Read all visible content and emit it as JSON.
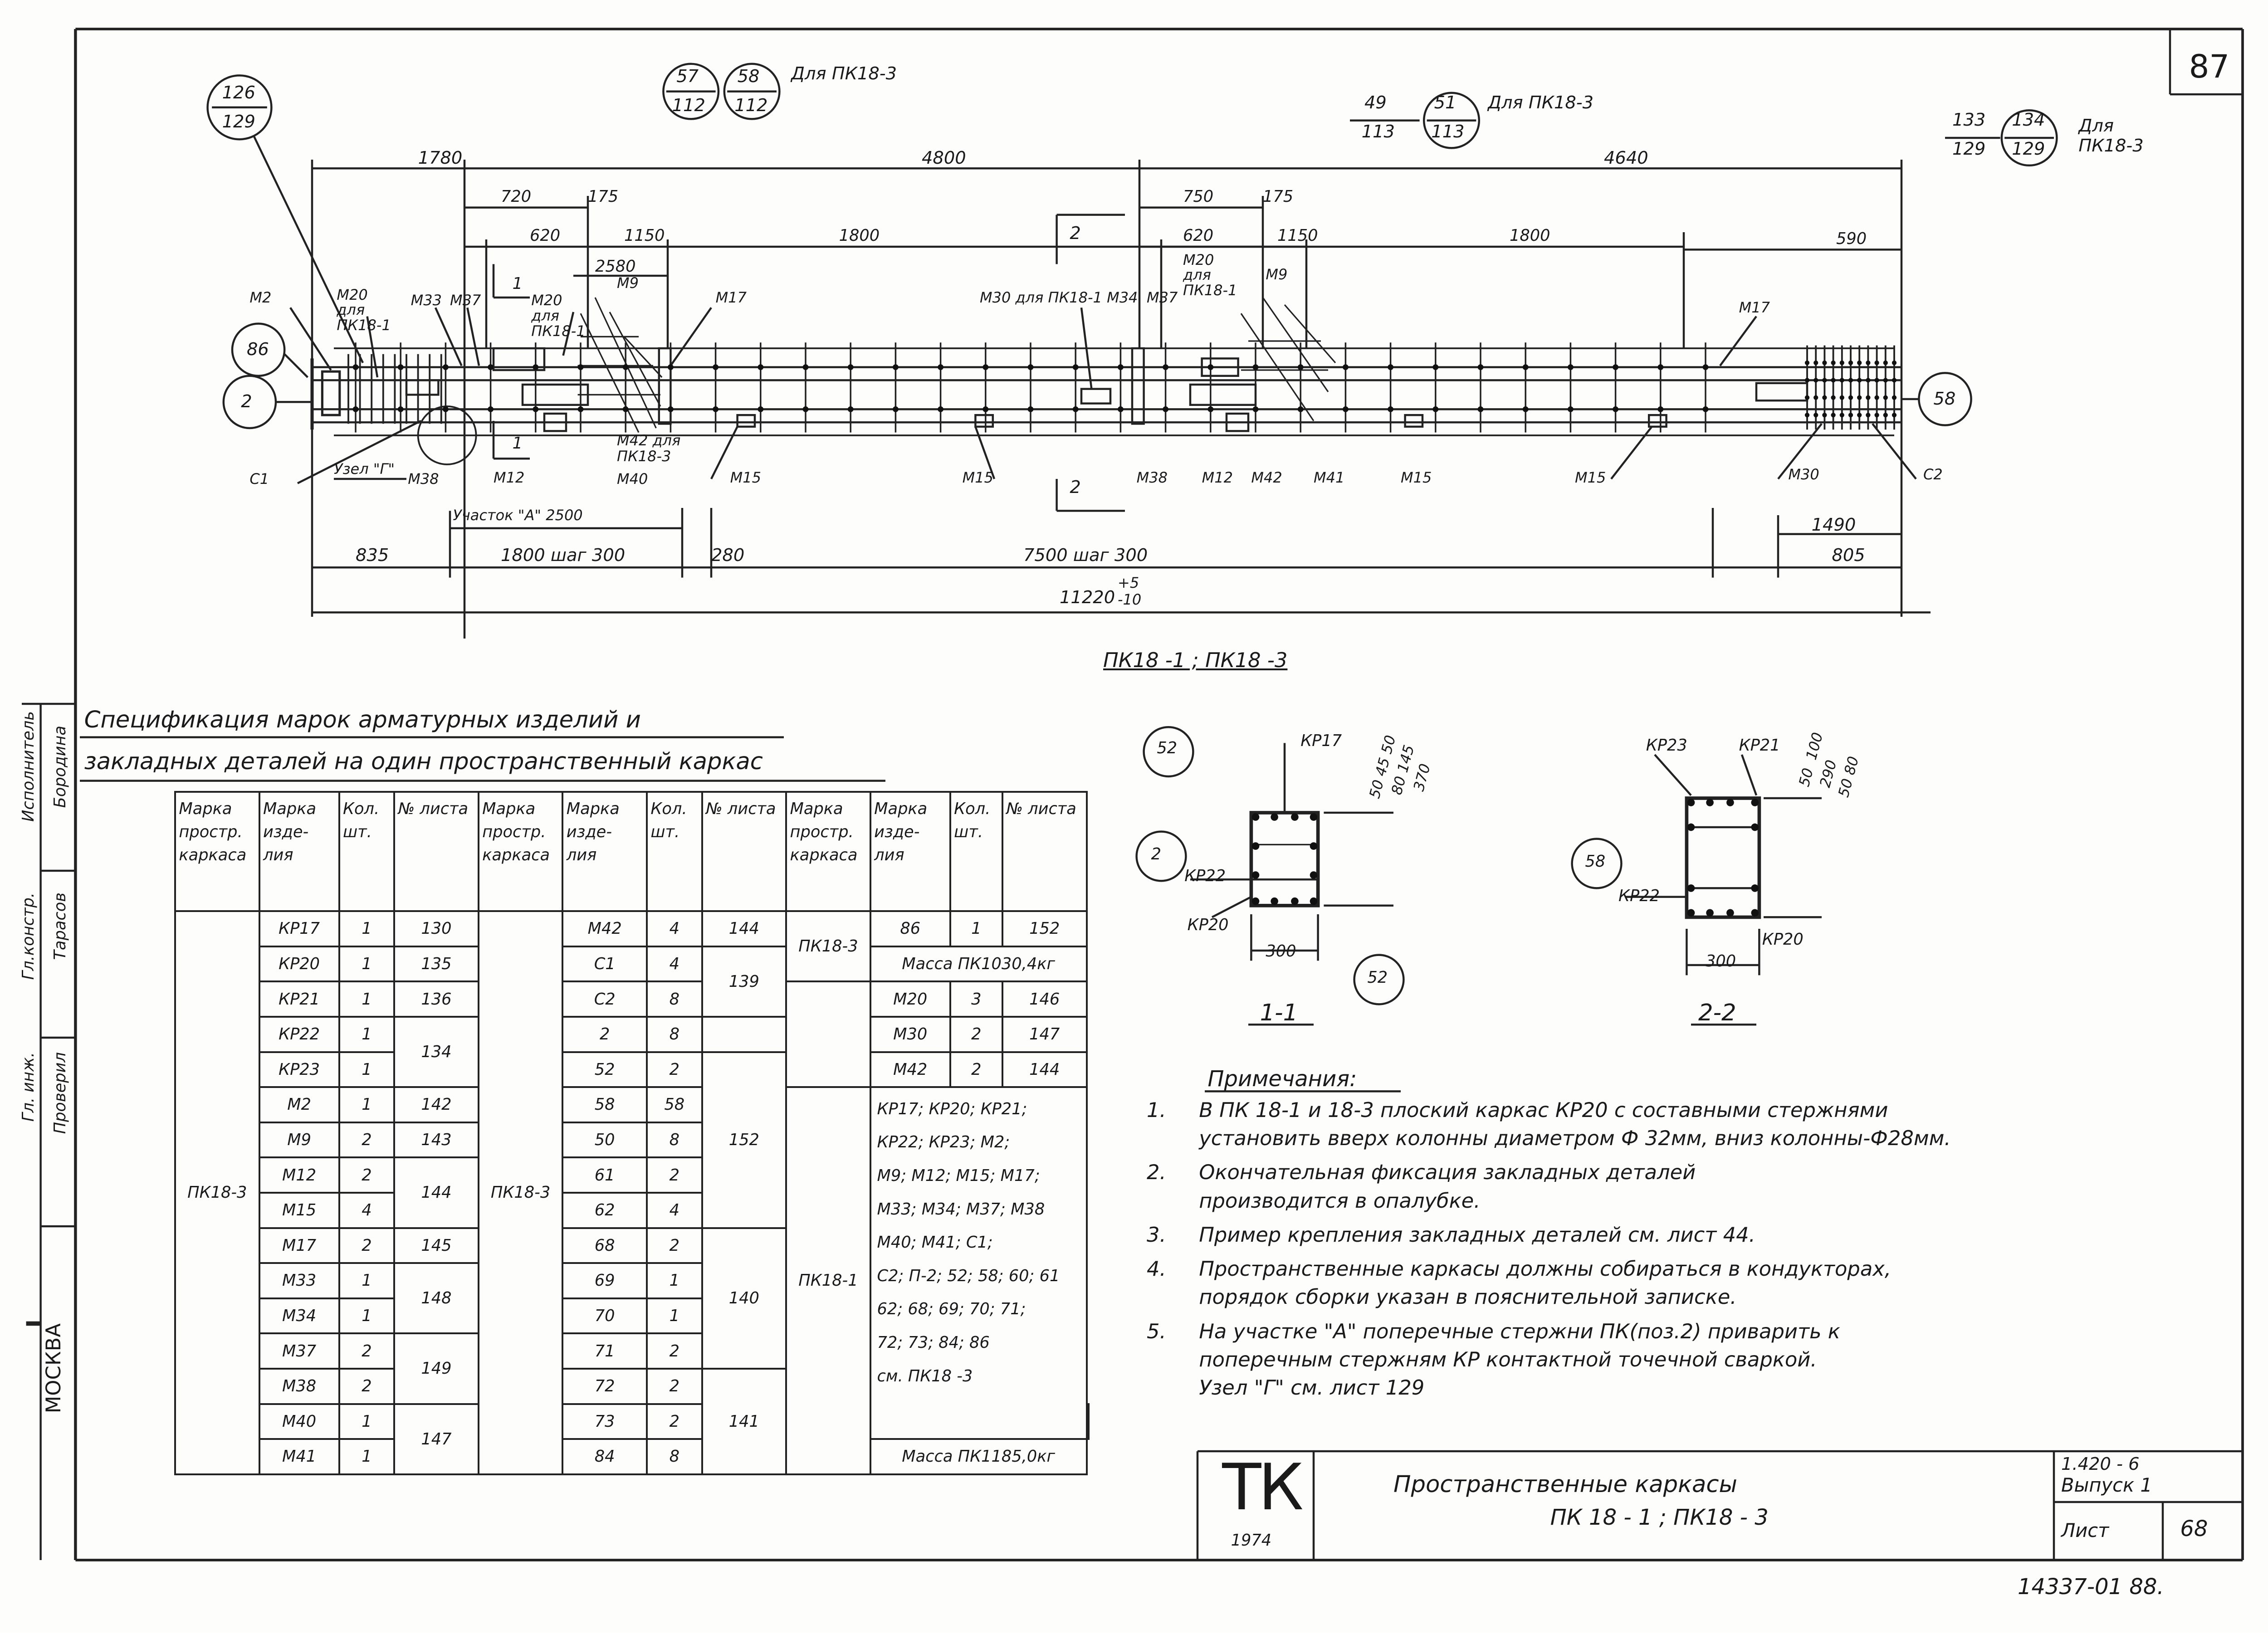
{
  "sheet_number": "87",
  "caption": "ПК18 -1 ; ПК18 -3",
  "dims": {
    "d1780": "1780",
    "d4800": "4800",
    "d4640": "4640",
    "d720": "720",
    "d175a": "175",
    "d620a": "620",
    "d1150a": "1150",
    "d1800a": "1800",
    "d2580": "2580",
    "d750": "750",
    "d175b": "175",
    "d620b": "620",
    "d1150b": "1150",
    "d1800b": "1800",
    "d590": "590",
    "d835": "835",
    "d1800s": "1800 шаг 300",
    "d280": "280",
    "d7500": "7500 шаг 300",
    "d1490": "1490",
    "d805": "805",
    "d11220": "11220",
    "tol": "+5\n-10"
  },
  "refs": {
    "r126": "126",
    "r129": "129",
    "r57": "57",
    "r112a": "112",
    "r58": "58",
    "r112b": "112",
    "for_pk3_a": "Для ПК18-3",
    "r49": "49",
    "r113a": "113",
    "r51": "51",
    "r113b": "113",
    "for_pk3_b": "Для ПК18-3",
    "r133": "133",
    "r129b": "129",
    "r134": "134",
    "r129c": "129",
    "for_pk3_c": "Для ПК18-3"
  },
  "marks": {
    "m2": "М2",
    "m20a": "М20 для ПК18-1",
    "m33": "М33",
    "m37": "М37",
    "m20b": "М20 для ПК18-1",
    "m9a": "М9",
    "m17a": "М17",
    "m30_34": "М30 для ПК18-1 М34",
    "m37b": "М37",
    "m20c": "М20 для ПК18-1",
    "m9b": "М9",
    "m17b": "М17",
    "c86": "86",
    "c2": "2",
    "c58": "58",
    "c1": "С1",
    "node": "Узел \"Г\"",
    "m38a": "М38",
    "m12a": "М12",
    "m42a": "М42 для ПК18-3",
    "m40": "М40",
    "m15a": "М15",
    "sec1": "1",
    "sec1b": "1",
    "sec2": "2",
    "sec2b": "2",
    "uch": "Участок \"А\" 2500",
    "m15b": "М15",
    "m38b": "М38",
    "m12b": "М12",
    "m42b": "М42",
    "m41": "М41",
    "m15c": "М15",
    "m15d": "М15",
    "m30": "М30",
    "c2r": "С2"
  },
  "spec_title_1": "Спецификация марок арматурных изделий и",
  "spec_title_2": "закладных деталей на один пространственный каркас",
  "spec_headers": {
    "a1": "Марка простр. каркаса",
    "a2": "Марка изде- лия",
    "a3": "Кол. шт.",
    "a4": "№ листа",
    "b1": "Марка простр. каркаса",
    "b2": "Марка изде- лия",
    "b3": "Кол. шт.",
    "b4": "№ листа",
    "c1": "Марка простр. каркаса",
    "c2": "Марка изде- лия",
    "c3": "Кол. шт.",
    "c4": "№ листа"
  },
  "spec_a": {
    "frame": "ПК18-3",
    "items": [
      "КР17",
      "КР20",
      "КР21",
      "КР22",
      "КР23",
      "М2",
      "М9",
      "М12",
      "М15",
      "М17",
      "М33",
      "М34",
      "М37",
      "М38",
      "М40",
      "М41"
    ],
    "qty": [
      "1",
      "1",
      "1",
      "1",
      "1",
      "1",
      "2",
      "2",
      "4",
      "2",
      "1",
      "1",
      "2",
      "2",
      "1",
      "1"
    ],
    "sheets": {
      "s130": "130",
      "s135": "135",
      "s136": "136",
      "s134": "134",
      "s142": "142",
      "s143": "143",
      "s144": "144",
      "s145": "145",
      "s148": "148",
      "s149": "149",
      "s147": "147"
    }
  },
  "spec_b": {
    "frame": "ПК18-3",
    "items": [
      "М42",
      "С1",
      "С2",
      "2",
      "52",
      "58",
      "50",
      "61",
      "62",
      "68",
      "69",
      "70",
      "71",
      "72",
      "73",
      "84"
    ],
    "qty": [
      "4",
      "4",
      "8",
      "8",
      "2",
      "58",
      "8",
      "2",
      "4",
      "2",
      "1",
      "1",
      "2",
      "2",
      "2",
      "8"
    ],
    "sheets": {
      "s144": "144",
      "s139": "139",
      "s152": "152",
      "s140": "140",
      "s141": "141"
    }
  },
  "spec_c": {
    "frame_a": "ПК18-3",
    "i86": "86",
    "q86": "1",
    "s152": "152",
    "mass_a": "Масса ПК1030,4кг",
    "i20": "М20",
    "q20": "3",
    "s146": "146",
    "i30": "М30",
    "q30": "2",
    "s147": "147",
    "i42": "М42",
    "q42": "2",
    "s144": "144",
    "frame_b": "ПК18-1",
    "list": [
      "КР17; КР20; КР21;",
      "КР22; КР23; М2;",
      "М9; М12; М15; М17;",
      "М33; М34; М37; М38",
      "М40; М41; С1;",
      "С2; П-2; 52; 58; 60; 61",
      "62; 68; 69; 70; 71;",
      "72; 73; 84; 86",
      "см. ПК18 -3"
    ],
    "mass_b": "Масса ПК1185,0кг"
  },
  "sections": {
    "s11": "1-1",
    "s22": "2-2",
    "kp17": "КР17",
    "kp22": "КР22",
    "kp20": "КР20",
    "w300a": "300",
    "c52a": "52",
    "c2a": "2",
    "c52b": "52",
    "dims1": "50 45 50\n  80 145\n    370",
    "kp23": "КР23",
    "kp21": "КР21",
    "kp22b": "КР22",
    "kp20b": "КР20",
    "w300b": "300",
    "c58b": "58",
    "dims2": "50  100\n 290\n50 80"
  },
  "notes_title": "Примечания:",
  "notes": [
    {
      "n": "1.",
      "lines": [
        "В ПК 18-1 и 18-3 плоский каркас КР20 с составными стержнями",
        "установить вверх колонны диаметром Ф 32мм, вниз колонны-Ф28мм."
      ]
    },
    {
      "n": "2.",
      "lines": [
        "Окончательная фиксация закладных деталей",
        "производится в опалубке."
      ]
    },
    {
      "n": "3.",
      "lines": [
        "Пример крепления закладных деталей см. лист 44."
      ]
    },
    {
      "n": "4.",
      "lines": [
        "Пространственные каркасы должны собираться в кондукторах,",
        "порядок сборки указан в пояснительной записке."
      ]
    },
    {
      "n": "5.",
      "lines": [
        "На участке \"А\" поперечные стержни ПК(поз.2) приварить к",
        "поперечным стержням КР контактной точечной сваркой.",
        "Узел \"Г\" см. лист 129"
      ]
    }
  ],
  "stamp": {
    "logo": "ТК",
    "year": "1974",
    "title1": "Пространственные каркасы",
    "title2": "ПК 18 - 1 ; ПК18 - 3",
    "series": "1.420 - 6",
    "issue": "Выпуск 1",
    "sheet_label": "Лист",
    "sheet_no": "68"
  },
  "left_strip": {
    "city": "МОСКВА",
    "r1": "Проверил",
    "r2": "Гл. инж.",
    "r3": "Гл.констр.",
    "r4": "Тарасов",
    "r5": "Исполнитель",
    "r6": "Бородина"
  },
  "inventory": "14337-01 88."
}
